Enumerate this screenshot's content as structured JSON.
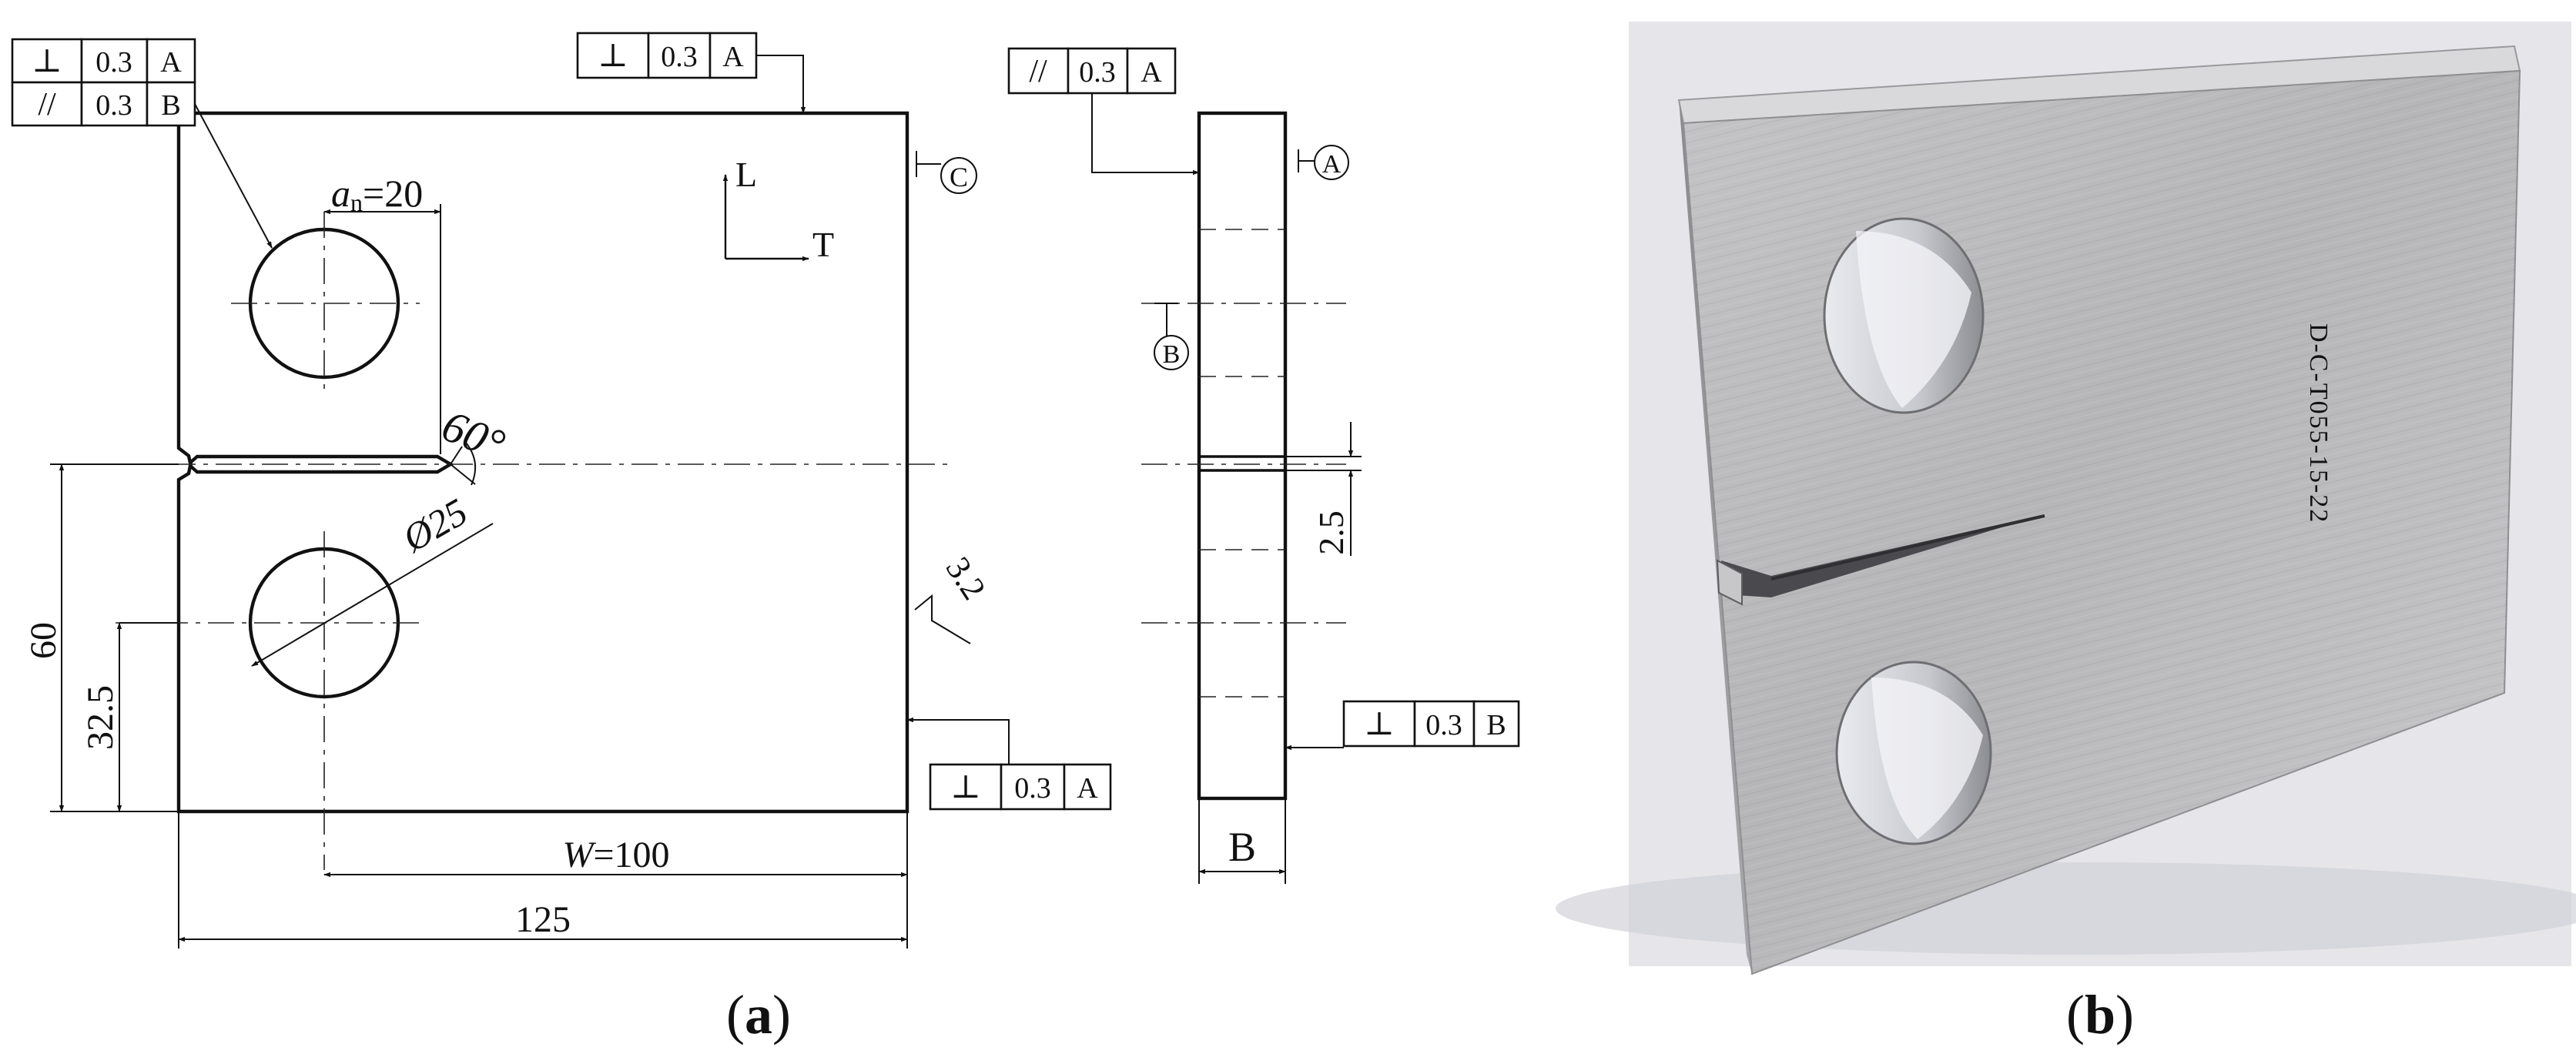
{
  "panel_a": {
    "caption": "(a)",
    "frame_perp_0_3_A": {
      "symbol": "⊥",
      "tolerance": "0.3",
      "datum": "A"
    },
    "frame_parallel_0_3_B": {
      "symbol": "//",
      "tolerance": "0.3",
      "datum": "B"
    },
    "frame_top_perp": {
      "symbol": "⊥",
      "tolerance": "0.3",
      "datum": "A"
    },
    "frame_side_parallel": {
      "symbol": "//",
      "tolerance": "0.3",
      "datum": "A"
    },
    "frame_bottom_perp": {
      "symbol": "⊥",
      "tolerance": "0.3",
      "datum": "A"
    },
    "frame_side_perp_b": {
      "symbol": "⊥",
      "tolerance": "0.3",
      "datum": "B"
    },
    "datum_c": "C",
    "datum_a": "A",
    "datum_b": "B",
    "axis_l": "L",
    "axis_t": "T",
    "dim_an_prefix": "a",
    "dim_an_sub": "n",
    "dim_an_value": "=20",
    "dim_angle": "60°",
    "dim_hole": "Ø25",
    "dim_roughness": "3.2",
    "dim_60": "60",
    "dim_32_5": "32.5",
    "dim_w_prefix": "W",
    "dim_w_value": "=100",
    "dim_125": "125",
    "dim_2_5": "2.5",
    "dim_b": "B"
  },
  "panel_b": {
    "caption": "(b)",
    "engraving": "D-C-T055-15-22"
  },
  "colors": {
    "line": "#111111",
    "photo_bg": "#e6e6ea",
    "metal_light": "#c9c9cb",
    "metal_mid": "#b0b0b2",
    "metal_dark": "#7d7d80"
  }
}
